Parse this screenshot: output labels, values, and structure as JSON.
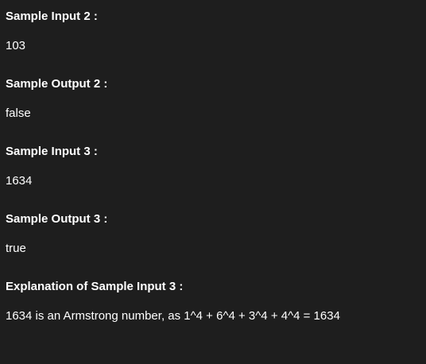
{
  "samples": [
    {
      "heading": "Sample Input 2 :",
      "value": "103"
    },
    {
      "heading": "Sample Output 2 :",
      "value": "false"
    },
    {
      "heading": "Sample Input 3 :",
      "value": "1634"
    },
    {
      "heading": "Sample Output 3 :",
      "value": "true"
    },
    {
      "heading": "Explanation of Sample Input 3 :",
      "value": "1634 is an Armstrong number, as 1^4 + 6^4 + 3^4 + 4^4 = 1634"
    }
  ],
  "colors": {
    "background": "#1e1e1e",
    "text": "#ffffff"
  }
}
